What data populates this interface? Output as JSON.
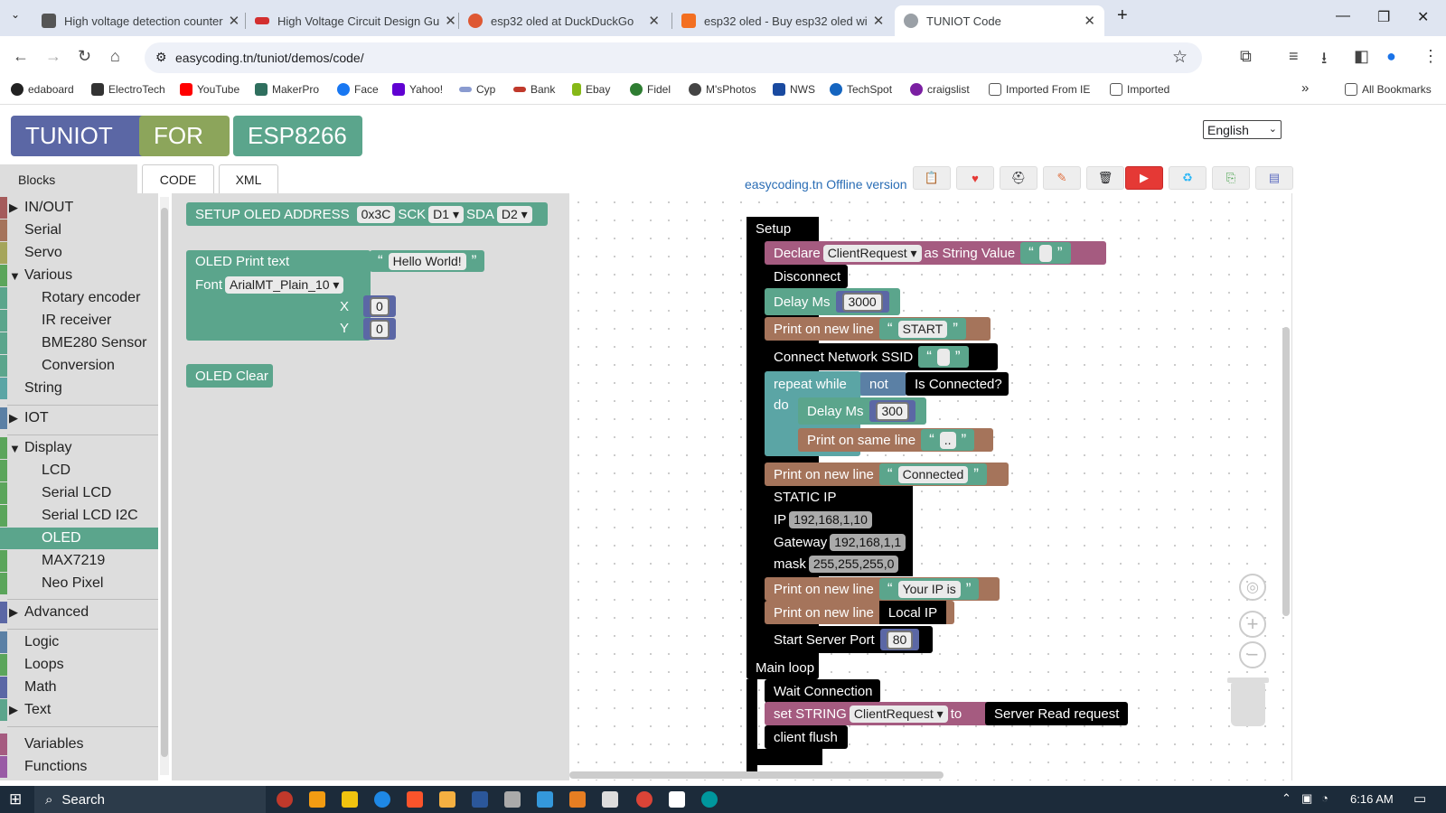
{
  "browser": {
    "tabs": [
      {
        "title": "High voltage detection counter",
        "color": "#555555"
      },
      {
        "title": "High Voltage Circuit Design Gu",
        "color": "#d32f2f"
      },
      {
        "title": "esp32 oled at DuckDuckGo",
        "color": "#de5833"
      },
      {
        "title": "esp32 oled - Buy esp32 oled wi",
        "color": "#f36f21"
      },
      {
        "title": "TUNIOT Code",
        "color": "#5f6368"
      }
    ],
    "url": "easycoding.tn/tuniot/demos/code/",
    "bookmarks": [
      {
        "label": "edaboard",
        "color": "#222222"
      },
      {
        "label": "ElectroTech",
        "color": "#333333"
      },
      {
        "label": "YouTube",
        "color": "#ff0000"
      },
      {
        "label": "MakerPro",
        "color": "#2f6f5e"
      },
      {
        "label": "Face",
        "color": "#1877f2"
      },
      {
        "label": "Yahoo!",
        "color": "#6001d2"
      },
      {
        "label": "Cyp",
        "color": "#8a9bd0"
      },
      {
        "label": "Bank",
        "color": "#c0392b"
      },
      {
        "label": "Ebay",
        "color": "#86b817"
      },
      {
        "label": "Fidel",
        "color": "#2e7d32"
      },
      {
        "label": "M'sPhotos",
        "color": "#444444"
      },
      {
        "label": "NWS",
        "color": "#1a4aa0"
      },
      {
        "label": "TechSpot",
        "color": "#1565c0"
      },
      {
        "label": "craigslist",
        "color": "#7b1fa2"
      },
      {
        "label": "Imported From IE",
        "color": "#555555"
      },
      {
        "label": "Imported",
        "color": "#555555"
      }
    ],
    "overflow": "»",
    "all_bookmarks": "All Bookmarks"
  },
  "app": {
    "logo": [
      "TUNIOT",
      "FOR",
      "ESP8266"
    ],
    "language": "English",
    "tabs": {
      "blocks": "Blocks",
      "code": "CODE",
      "xml": "XML"
    },
    "offline_label": "easycoding.tn Offline version",
    "categories": [
      {
        "label": "IN/OUT",
        "color": "#a55b5b",
        "tri": "▶"
      },
      {
        "label": "Serial",
        "color": "#a5745b",
        "tri": ""
      },
      {
        "label": "Servo",
        "color": "#a5a55b",
        "tri": ""
      },
      {
        "label": "Various",
        "color": "#5ba55b",
        "tri": "▼"
      },
      {
        "label": "Rotary encoder",
        "color": "#5ba58c",
        "tri": ""
      },
      {
        "label": "IR receiver",
        "color": "#5ba58c",
        "tri": ""
      },
      {
        "label": "BME280 Sensor",
        "color": "#5ba58c",
        "tri": ""
      },
      {
        "label": "Conversion",
        "color": "#5ba58c",
        "tri": ""
      },
      {
        "label": "String",
        "color": "#5ba5a5",
        "tri": ""
      },
      {
        "label": "IOT",
        "color": "#5b80a5",
        "tri": "▶"
      },
      {
        "label": "Display",
        "color": "#5ba55b",
        "tri": "▼"
      },
      {
        "label": "LCD",
        "color": "#5ba55b",
        "tri": ""
      },
      {
        "label": "Serial LCD",
        "color": "#5ba55b",
        "tri": ""
      },
      {
        "label": "Serial LCD I2C",
        "color": "#5ba55b",
        "tri": ""
      },
      {
        "label": "OLED",
        "color": "#5ba58c",
        "tri": ""
      },
      {
        "label": "MAX7219",
        "color": "#5ba55b",
        "tri": ""
      },
      {
        "label": "Neo Pixel",
        "color": "#5ba55b",
        "tri": ""
      },
      {
        "label": "Advanced",
        "color": "#5b67a5",
        "tri": "▶"
      },
      {
        "label": "Logic",
        "color": "#5b80a5",
        "tri": ""
      },
      {
        "label": "Loops",
        "color": "#5ba55b",
        "tri": ""
      },
      {
        "label": "Math",
        "color": "#5b67a5",
        "tri": ""
      },
      {
        "label": "Text",
        "color": "#5ba58c",
        "tri": "▶"
      },
      {
        "label": "Variables",
        "color": "#a55b80",
        "tri": ""
      },
      {
        "label": "Functions",
        "color": "#995ba5",
        "tri": ""
      }
    ],
    "selected_category": "OLED"
  },
  "flyout": {
    "setup": {
      "label": "SETUP OLED ADDRESS",
      "addr": "0x3C",
      "sck_label": "SCK",
      "sck": "D1",
      "sda_label": "SDA",
      "sda": "D2"
    },
    "print": {
      "label": "OLED Print text",
      "text": "Hello World!",
      "font_label": "Font",
      "font": "ArialMT_Plain_10",
      "x_label": "X",
      "x": "0",
      "y_label": "Y",
      "y": "0"
    },
    "clear": "OLED Clear"
  },
  "workspace": {
    "setup": "Setup",
    "declare": {
      "label": "Declare",
      "var": "ClientRequest",
      "as": "as String  Value"
    },
    "disconnect": "Disconnect",
    "delay1": {
      "label": "Delay Ms",
      "value": "3000"
    },
    "print_start": {
      "label": "Print on new line",
      "text": "START"
    },
    "connect": {
      "label": "Connect Network  SSID"
    },
    "repeat": {
      "label": "repeat while",
      "not": "not",
      "cond": "Is Connected?",
      "do": "do"
    },
    "delay2": {
      "label": "Delay Ms",
      "value": "300"
    },
    "print_dots": {
      "label": "Print on same line",
      "text": ".."
    },
    "print_connected": {
      "label": "Print on new line",
      "text": "Connected"
    },
    "static_ip": {
      "label": "STATIC IP",
      "ip_label": "IP",
      "ip": "192,168,1,10",
      "gw_label": "Gateway",
      "gw": "192,168,1,1",
      "mask_label": "mask",
      "mask": "255,255,255,0"
    },
    "print_your_ip": {
      "label": "Print on new line",
      "text": "Your IP is"
    },
    "print_local": {
      "label": "Print on new line",
      "value": "Local IP"
    },
    "start_server": {
      "label": "Start Server  Port",
      "port": "80"
    },
    "main_loop": "Main loop",
    "wait": "Wait Connection",
    "set_string": {
      "label": "set STRING",
      "var": "ClientRequest",
      "to": "to",
      "value": "Server Read request"
    },
    "flush": "client flush"
  },
  "taskbar": {
    "search": "Search",
    "time": "6:16 AM"
  }
}
